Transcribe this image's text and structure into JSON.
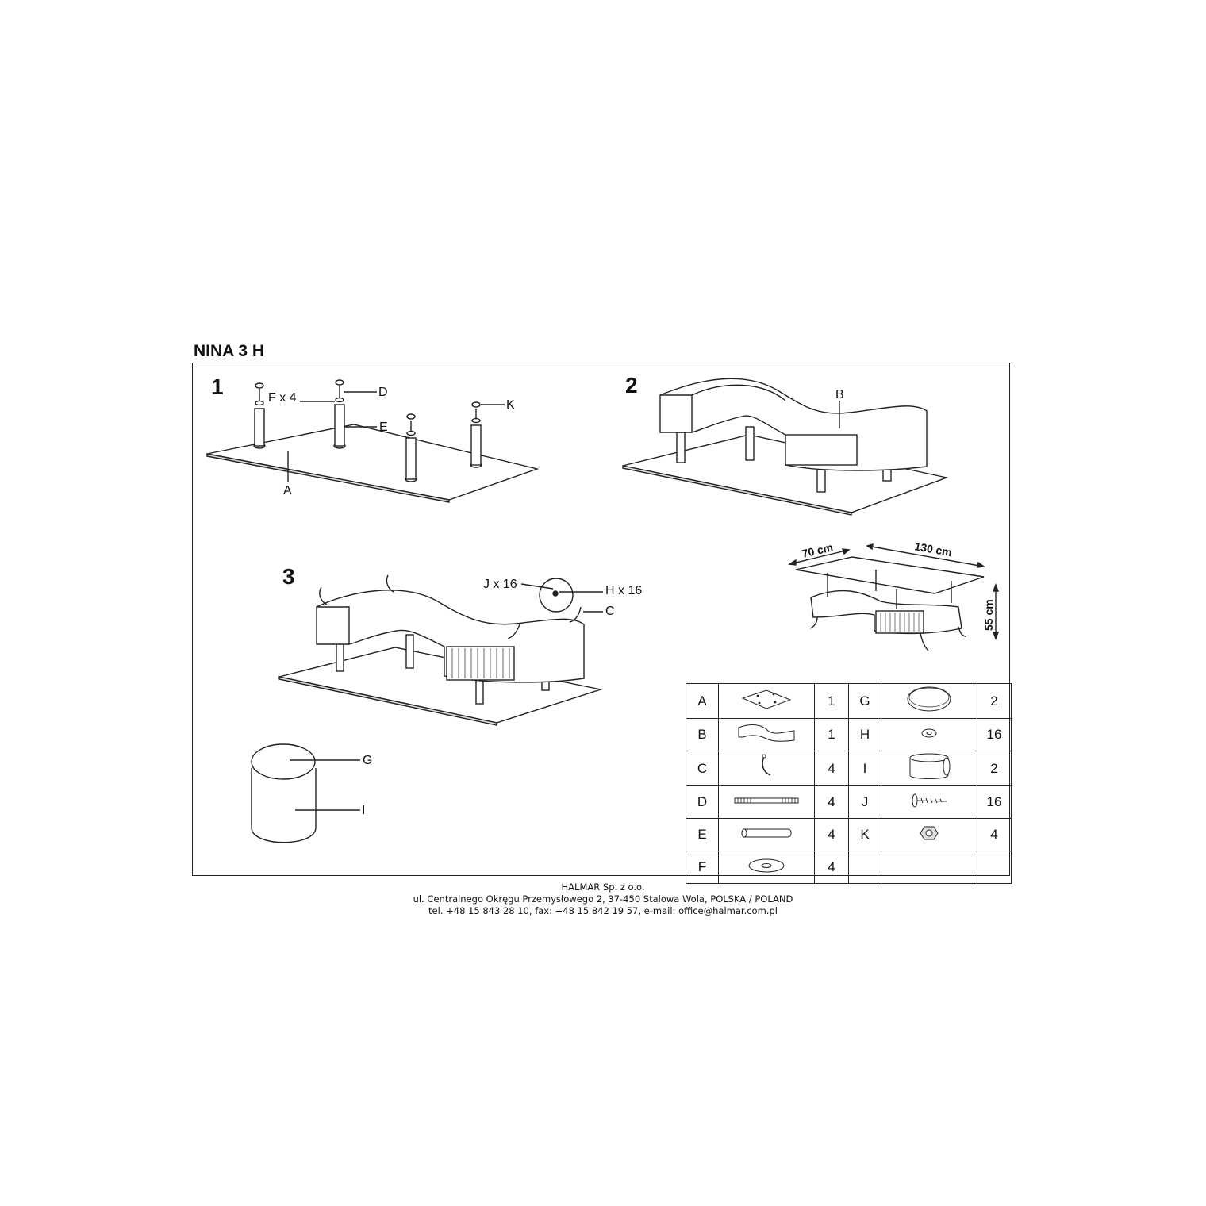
{
  "title": "NINA 3 H",
  "steps": [
    "1",
    "2",
    "3"
  ],
  "step1_labels": {
    "f": "F x 4",
    "d": "D",
    "e": "E",
    "k": "K",
    "a": "A"
  },
  "step2_labels": {
    "b": "B"
  },
  "step3_labels": {
    "j": "J x 16",
    "h": "H x 16",
    "c": "C"
  },
  "stool_labels": {
    "g": "G",
    "i": "I"
  },
  "dimensions": {
    "depth": "70 cm",
    "width": "130 cm",
    "height": "55 cm"
  },
  "parts": [
    {
      "left": {
        "letter": "A",
        "icon": "glass-top-icon",
        "qty": "1"
      },
      "right": {
        "letter": "G",
        "icon": "cushion-disc-icon",
        "qty": "2"
      }
    },
    {
      "left": {
        "letter": "B",
        "icon": "s-frame-icon",
        "qty": "1"
      },
      "right": {
        "letter": "H",
        "icon": "washer-small-icon",
        "qty": "16"
      }
    },
    {
      "left": {
        "letter": "C",
        "icon": "bracket-hook-icon",
        "qty": "4"
      },
      "right": {
        "letter": "I",
        "icon": "stool-body-icon",
        "qty": "2"
      }
    },
    {
      "left": {
        "letter": "D",
        "icon": "threaded-rod-icon",
        "qty": "4"
      },
      "right": {
        "letter": "J",
        "icon": "screw-icon",
        "qty": "16"
      }
    },
    {
      "left": {
        "letter": "E",
        "icon": "leg-tube-icon",
        "qty": "4"
      },
      "right": {
        "letter": "K",
        "icon": "nut-icon",
        "qty": "4"
      }
    },
    {
      "left": {
        "letter": "F",
        "icon": "washer-large-icon",
        "qty": "4"
      },
      "right": {
        "letter": "",
        "icon": "",
        "qty": ""
      }
    }
  ],
  "footer": {
    "company": "HALMAR Sp. z o.o.",
    "address": "ul. Centralnego Okręgu Przemysłowego 2, 37-450 Stalowa Wola, POLSKA / POLAND",
    "contact": "tel. +48 15 843 28 10, fax: +48 15 842 19 57, e-mail: office@halmar.com.pl"
  }
}
